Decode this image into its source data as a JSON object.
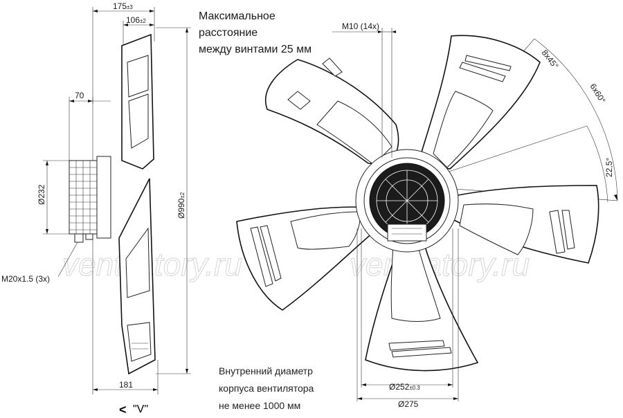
{
  "notes": {
    "top_line1": "Максимальное",
    "top_line2": "расстояние",
    "top_line3": "между винтами 25 мм",
    "bottom_line1": "Внутренний диаметр",
    "bottom_line2": "корпуса вентилятора",
    "bottom_line3": "не менее 1000 мм"
  },
  "dimensions": {
    "d175": "175",
    "d175_tol": "±3",
    "d106": "106",
    "d106_tol": "±2",
    "d70": "70",
    "d232": "Ø232",
    "d990": "Ø990",
    "d990_tol": "±2",
    "thread": "M20x1.5 (3x)",
    "d181": "181",
    "view_label": "\"V\"",
    "view_arrow": "<",
    "m10": "M10 (14x)",
    "angle_8x45": "8x45°",
    "angle_6x60": "6x60°",
    "angle_22_5": "22,5°",
    "d252": "Ø252",
    "d252_tol": "±0.3",
    "d275": "Ø275"
  },
  "watermark": {
    "left": "ventilatory.ru",
    "right": "ventilatory.ru"
  },
  "colors": {
    "line": "#111111",
    "watermark": "#c8c8c8"
  }
}
